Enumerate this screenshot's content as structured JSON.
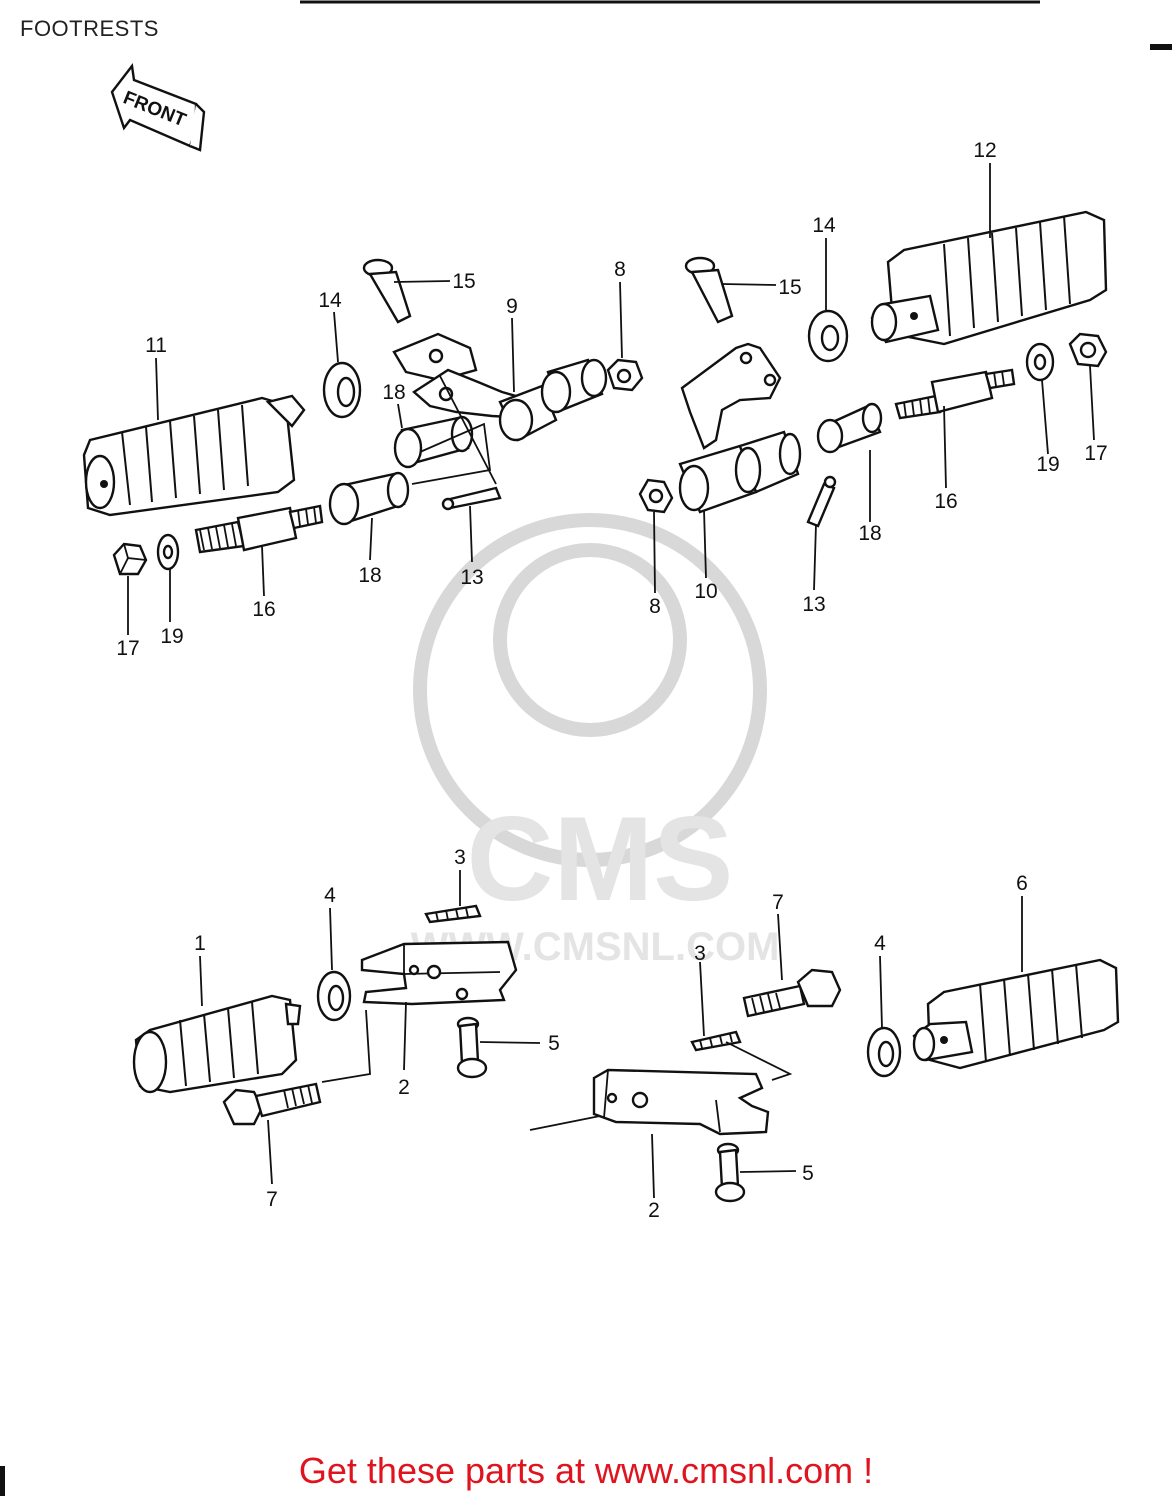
{
  "page": {
    "title": "FOOTRESTS"
  },
  "direction_marker": {
    "label": "FRONT",
    "icon": "front-arrow-icon"
  },
  "watermark": {
    "logo_text": "CMS",
    "url_text": "WWW.CMSNL.COM"
  },
  "callouts": {
    "c1": "1",
    "c2a": "2",
    "c2b": "2",
    "c3a": "3",
    "c3b": "3",
    "c4a": "4",
    "c4b": "4",
    "c5a": "5",
    "c5b": "5",
    "c6": "6",
    "c7a": "7",
    "c7b": "7",
    "c8a": "8",
    "c8b": "8",
    "c9": "9",
    "c10": "10",
    "c11": "11",
    "c12": "12",
    "c13a": "13",
    "c13b": "13",
    "c14a": "14",
    "c14b": "14",
    "c15a": "15",
    "c15b": "15",
    "c16a": "16",
    "c16b": "16",
    "c17a": "17",
    "c17b": "17",
    "c18a": "18",
    "c18b": "18",
    "c18c": "18",
    "c19a": "19",
    "c19b": "19"
  },
  "footer": {
    "text": "Get these parts at www.cmsnl.com !",
    "color": "#e0141e"
  }
}
